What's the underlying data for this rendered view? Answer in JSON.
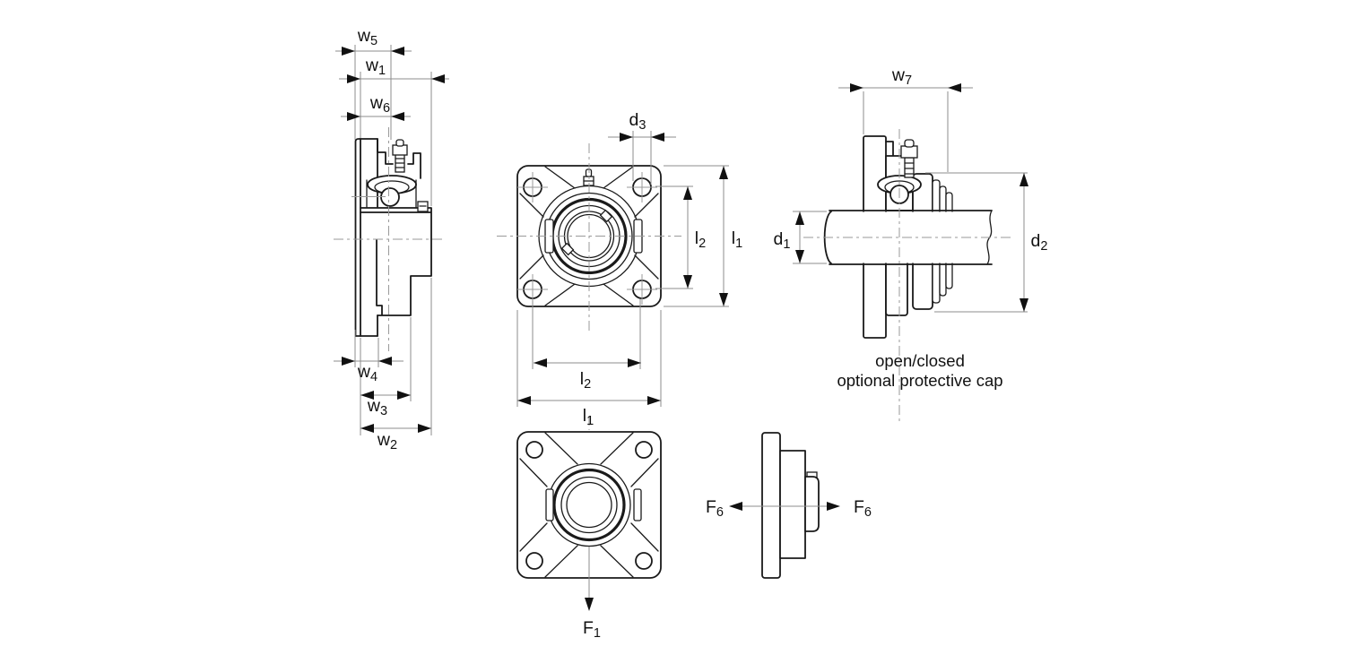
{
  "diagram": {
    "type": "technical-drawing",
    "subject": "4-bolt square flange bearing unit, multi-view dimension drawing",
    "caption": {
      "line1": "open/closed",
      "line2": "optional protective cap"
    },
    "dims": {
      "w5": {
        "base": "w",
        "sub": "5"
      },
      "w1": {
        "base": "w",
        "sub": "1"
      },
      "w6": {
        "base": "w",
        "sub": "6"
      },
      "w4": {
        "base": "w",
        "sub": "4"
      },
      "w3": {
        "base": "w",
        "sub": "3"
      },
      "w2": {
        "base": "w",
        "sub": "2"
      },
      "w7": {
        "base": "w",
        "sub": "7"
      },
      "d1": {
        "base": "d",
        "sub": "1"
      },
      "d2": {
        "base": "d",
        "sub": "2"
      },
      "d3": {
        "base": "d",
        "sub": "3"
      },
      "l1": {
        "base": "l",
        "sub": "1"
      },
      "l2": {
        "base": "l",
        "sub": "2"
      },
      "F1": {
        "base": "F",
        "sub": "1"
      },
      "F6": {
        "base": "F",
        "sub": "6"
      }
    },
    "colors": {
      "object_line": "#1a1a1a",
      "dimension_line": "#8c8c8c",
      "background": "#ffffff",
      "text": "#111111"
    }
  }
}
